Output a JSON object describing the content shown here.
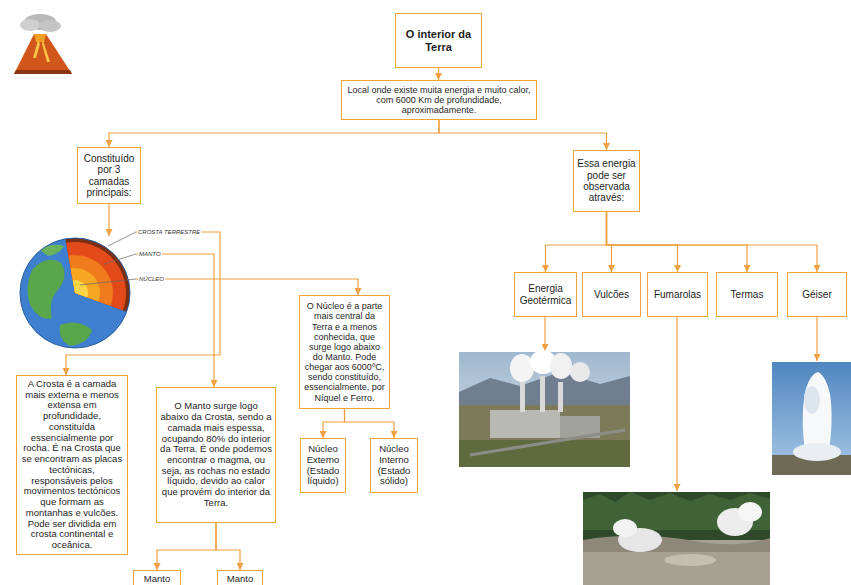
{
  "diagram": {
    "nodes": [
      {
        "text": [
          "O interior da Terra"
        ]
      },
      {
        "text": [
          "Local onde existe muita energia e muito calor, com 6000 Km de profundidade, aproximadamente."
        ]
      },
      {
        "text": [
          "Constituído por 3 camadas principais:"
        ]
      },
      {
        "text": [
          "Essa energia pode ser observada através:"
        ]
      },
      {
        "text": [
          "A Crosta é a camada mais externa e menos extensa em profundidade, constituída essencialmente por rocha. É na Crosta que se encontram as placas tectónicas, responsáveis pelos movimentos tectónicos que formam as montanhas e vulcões. Pode ser dividida em crosta continental e oceânica."
        ]
      },
      {
        "text": [
          "O Manto surge logo abaixo da Crosta, sendo a camada mais espessa, ocupando 80% do interior da Terra. É onde podemos encontrar o magma, ou seja, as rochas no estado líquido, devido ao calor que provém do interior da Terra."
        ]
      },
      {
        "text": [
          "O Núcleo é a parte mais central da Terra e a menos conhecida, que surge logo abaixo do Manto. Pode chegar aos 6000ºC, sendo constituído, essencialmente, por Níquel e Ferro."
        ]
      },
      {
        "text": [
          "Núcleo Externo (Estado líquido)"
        ]
      },
      {
        "text": [
          "Núcleo Interno (Estado sólido)"
        ]
      },
      {
        "text": [
          "Manto"
        ]
      },
      {
        "text": [
          "Manto"
        ]
      },
      {
        "text": [
          "Energia Geotérmica"
        ]
      },
      {
        "text": [
          "Vulcões"
        ]
      },
      {
        "text": [
          "Fumarolas"
        ]
      },
      {
        "text": [
          "Termas"
        ]
      },
      {
        "text": [
          "Géiser"
        ]
      }
    ],
    "edges": [
      {
        "from": 0,
        "to": 1,
        "arrow": "to"
      },
      {
        "from": 1,
        "to": 2,
        "arrow": "to"
      },
      {
        "from": 1,
        "to": 3,
        "arrow": "to"
      },
      {
        "from": 3,
        "to": 11,
        "arrow": "to"
      },
      {
        "from": 3,
        "to": 12,
        "arrow": "to"
      },
      {
        "from": 3,
        "to": 13,
        "arrow": "to"
      },
      {
        "from": 3,
        "to": 14,
        "arrow": "to"
      },
      {
        "from": 3,
        "to": 15,
        "arrow": "to"
      },
      {
        "from": 6,
        "to": 7,
        "arrow": "to"
      },
      {
        "from": 6,
        "to": 8,
        "arrow": "to"
      },
      {
        "from": 5,
        "to": 9,
        "arrow": "to"
      },
      {
        "from": 5,
        "to": 10,
        "arrow": "to"
      }
    ],
    "labels": [
      "CROSTA TERRESTRE",
      "MANTO",
      "NÚCLEO"
    ]
  }
}
